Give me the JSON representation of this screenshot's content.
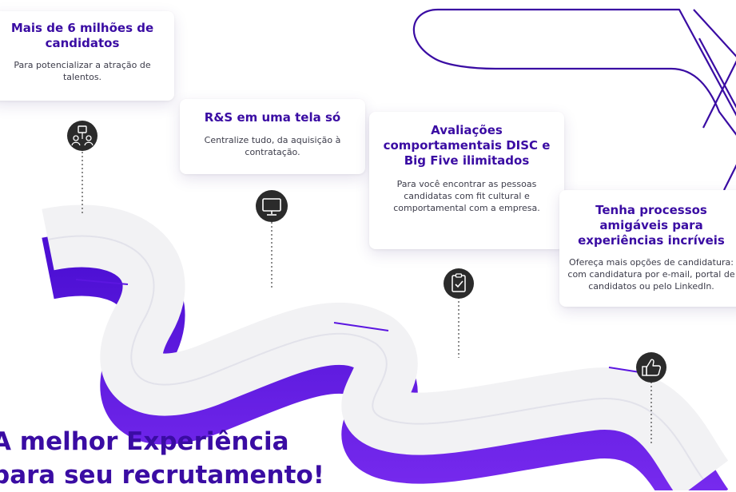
{
  "cards": [
    {
      "title": "Mais de 6 milhões de candidatos",
      "text": "Para potencializar a atração de talentos.",
      "icon": "people-network-icon"
    },
    {
      "title": "R&S em uma tela só",
      "text": "Centralize tudo, da aquisição à contratação.",
      "icon": "monitor-icon"
    },
    {
      "title": "Avaliações comportamentais DISC e Big Five ilimitados",
      "text": "Para você encontrar as pessoas candidatas com fit cultural e comportamental  com a empresa.",
      "icon": "clipboard-check-icon"
    },
    {
      "title": "Tenha processos amigáveis para experiências incríveis",
      "text": "Ofereça mais opções de candidatura: com candidatura por e-mail, portal de candidatos ou pelo LinkedIn.",
      "icon": "thumbs-up-icon"
    }
  ],
  "headline": {
    "line1": "A melhor Experiência",
    "line2": "para seu recrutamento!"
  },
  "colors": {
    "brand_purple": "#3a0ca3",
    "road_top": "#f2f2f4",
    "road_side": "#5b16e0",
    "icon_bg": "#2b2b2b"
  }
}
